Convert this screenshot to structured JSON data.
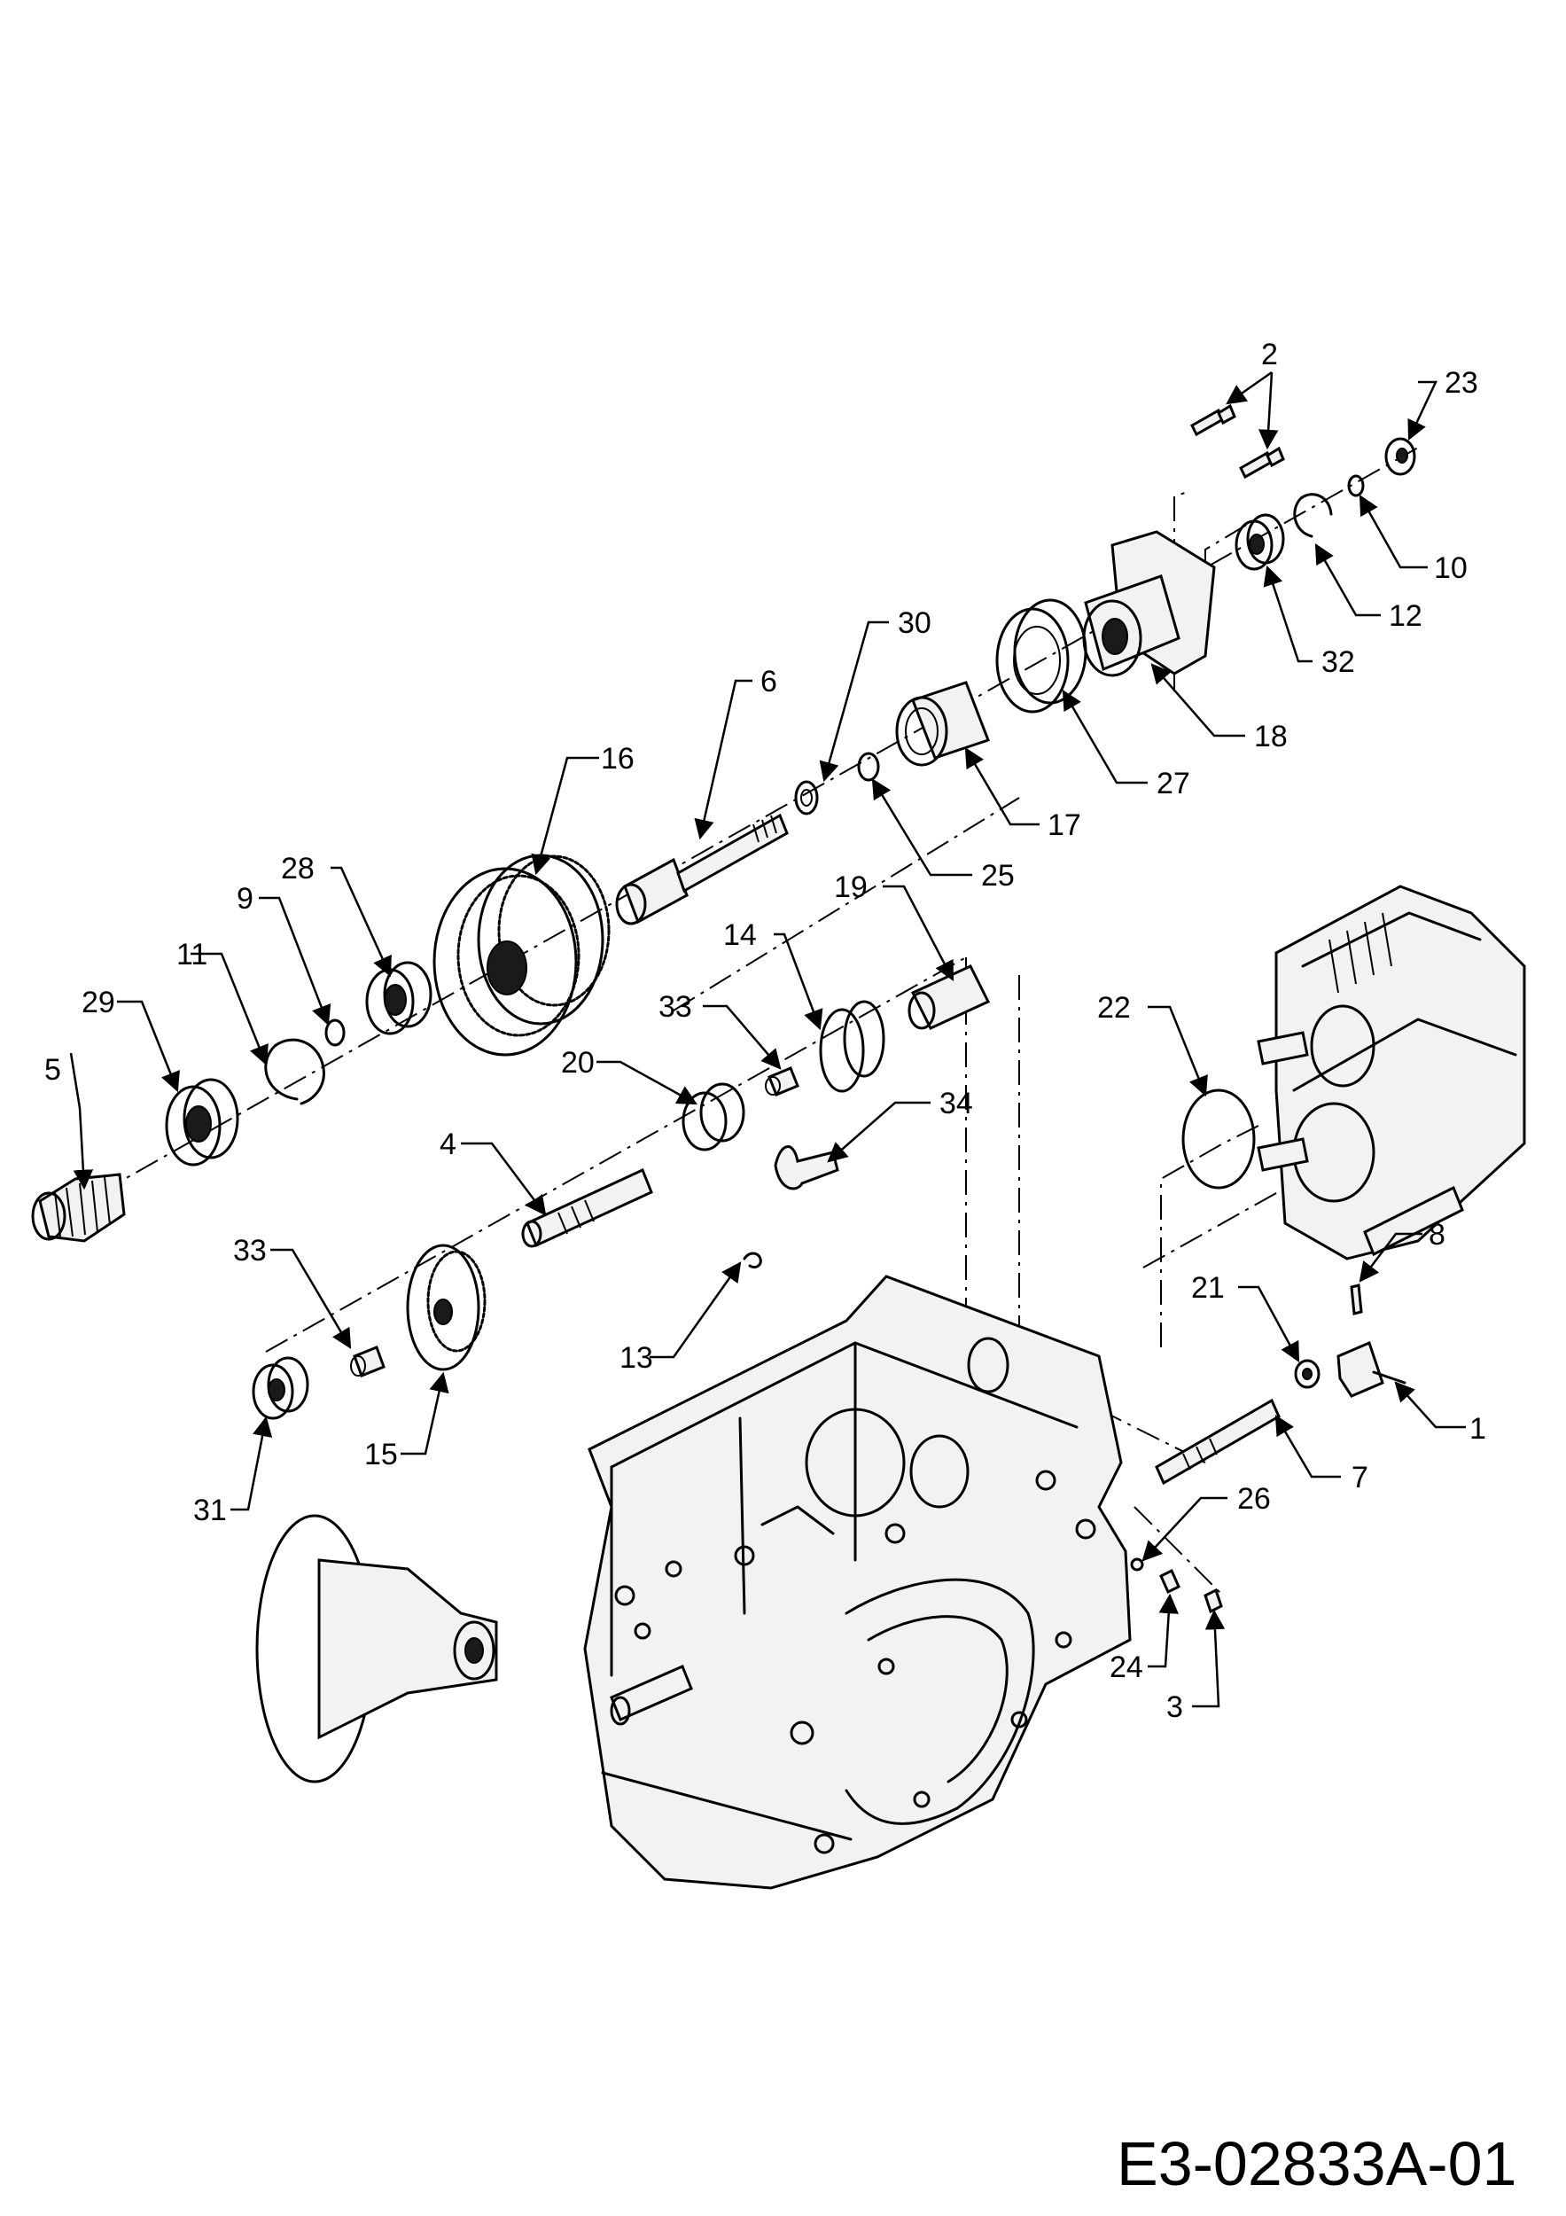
{
  "drawing_code": "E3-02833A-01",
  "callouts": [
    {
      "id": "c1",
      "label": "1"
    },
    {
      "id": "c2",
      "label": "2"
    },
    {
      "id": "c3",
      "label": "3"
    },
    {
      "id": "c4",
      "label": "4"
    },
    {
      "id": "c5",
      "label": "5"
    },
    {
      "id": "c6",
      "label": "6"
    },
    {
      "id": "c7",
      "label": "7"
    },
    {
      "id": "c8",
      "label": "8"
    },
    {
      "id": "c9",
      "label": "9"
    },
    {
      "id": "c10",
      "label": "10"
    },
    {
      "id": "c11",
      "label": "11"
    },
    {
      "id": "c12",
      "label": "12"
    },
    {
      "id": "c13",
      "label": "13"
    },
    {
      "id": "c14",
      "label": "14"
    },
    {
      "id": "c15",
      "label": "15"
    },
    {
      "id": "c16",
      "label": "16"
    },
    {
      "id": "c17",
      "label": "17"
    },
    {
      "id": "c18",
      "label": "18"
    },
    {
      "id": "c19",
      "label": "19"
    },
    {
      "id": "c20",
      "label": "20"
    },
    {
      "id": "c21",
      "label": "21"
    },
    {
      "id": "c22",
      "label": "22"
    },
    {
      "id": "c23",
      "label": "23"
    },
    {
      "id": "c24",
      "label": "24"
    },
    {
      "id": "c25",
      "label": "25"
    },
    {
      "id": "c26",
      "label": "26"
    },
    {
      "id": "c27",
      "label": "27"
    },
    {
      "id": "c28",
      "label": "28"
    },
    {
      "id": "c29",
      "label": "29"
    },
    {
      "id": "c30",
      "label": "30"
    },
    {
      "id": "c31",
      "label": "31"
    },
    {
      "id": "c32",
      "label": "32"
    },
    {
      "id": "c33a",
      "label": "33"
    },
    {
      "id": "c33b",
      "label": "33"
    },
    {
      "id": "c34",
      "label": "34"
    }
  ]
}
